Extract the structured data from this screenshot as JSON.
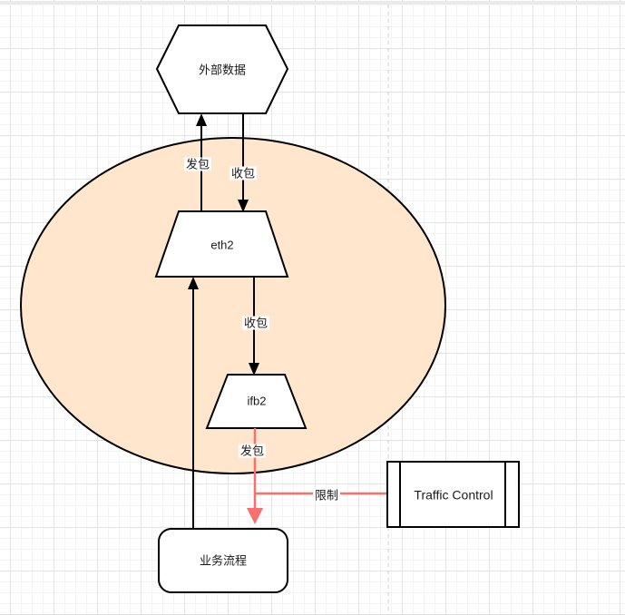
{
  "diagram": {
    "nodes": {
      "external_data": {
        "label": "外部数据",
        "shape": "hexagon"
      },
      "eth2": {
        "label": "eth2",
        "shape": "trapezoid"
      },
      "ifb2": {
        "label": "ifb2",
        "shape": "trapezoid"
      },
      "business_process": {
        "label": "业务流程",
        "shape": "rounded-rectangle"
      },
      "traffic_control": {
        "label": "Traffic Control",
        "shape": "process"
      }
    },
    "edge_labels": {
      "send_top": "发包",
      "recv_top": "收包",
      "recv_mid": "收包",
      "send_bottom": "发包",
      "limit": "限制"
    },
    "colors": {
      "ellipse_fill": "#FFE6CC",
      "shape_fill": "#FFFFFF",
      "stroke": "#000000",
      "red_edge": "#FA6E6E",
      "grid_minor": "#F4F4F4",
      "grid_major": "#E3E3E3",
      "page_break": "#CCCCCC"
    }
  }
}
